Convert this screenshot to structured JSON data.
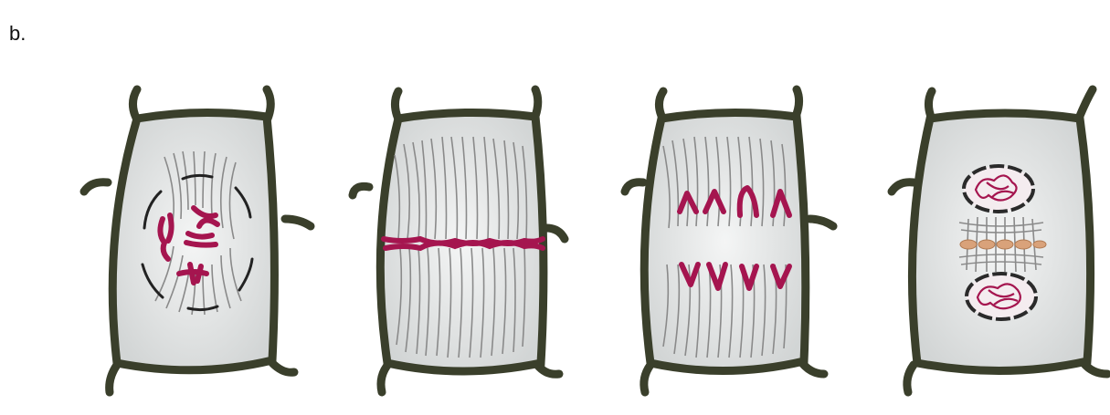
{
  "panel_label": "b.",
  "colors": {
    "cell_wall": "#3a3f2b",
    "cytoplasm": "#e4e6e6",
    "spindle": "#888888",
    "chromosome": "#a5154f",
    "nuclear_membrane": "#2a2a2a",
    "cell_plate": "#d9a27a"
  },
  "stages": [
    {
      "id": "prophase-metaphase-early",
      "icon": "cell-stage-1"
    },
    {
      "id": "metaphase",
      "icon": "cell-stage-2"
    },
    {
      "id": "anaphase",
      "icon": "cell-stage-3"
    },
    {
      "id": "telophase",
      "icon": "cell-stage-4"
    }
  ]
}
